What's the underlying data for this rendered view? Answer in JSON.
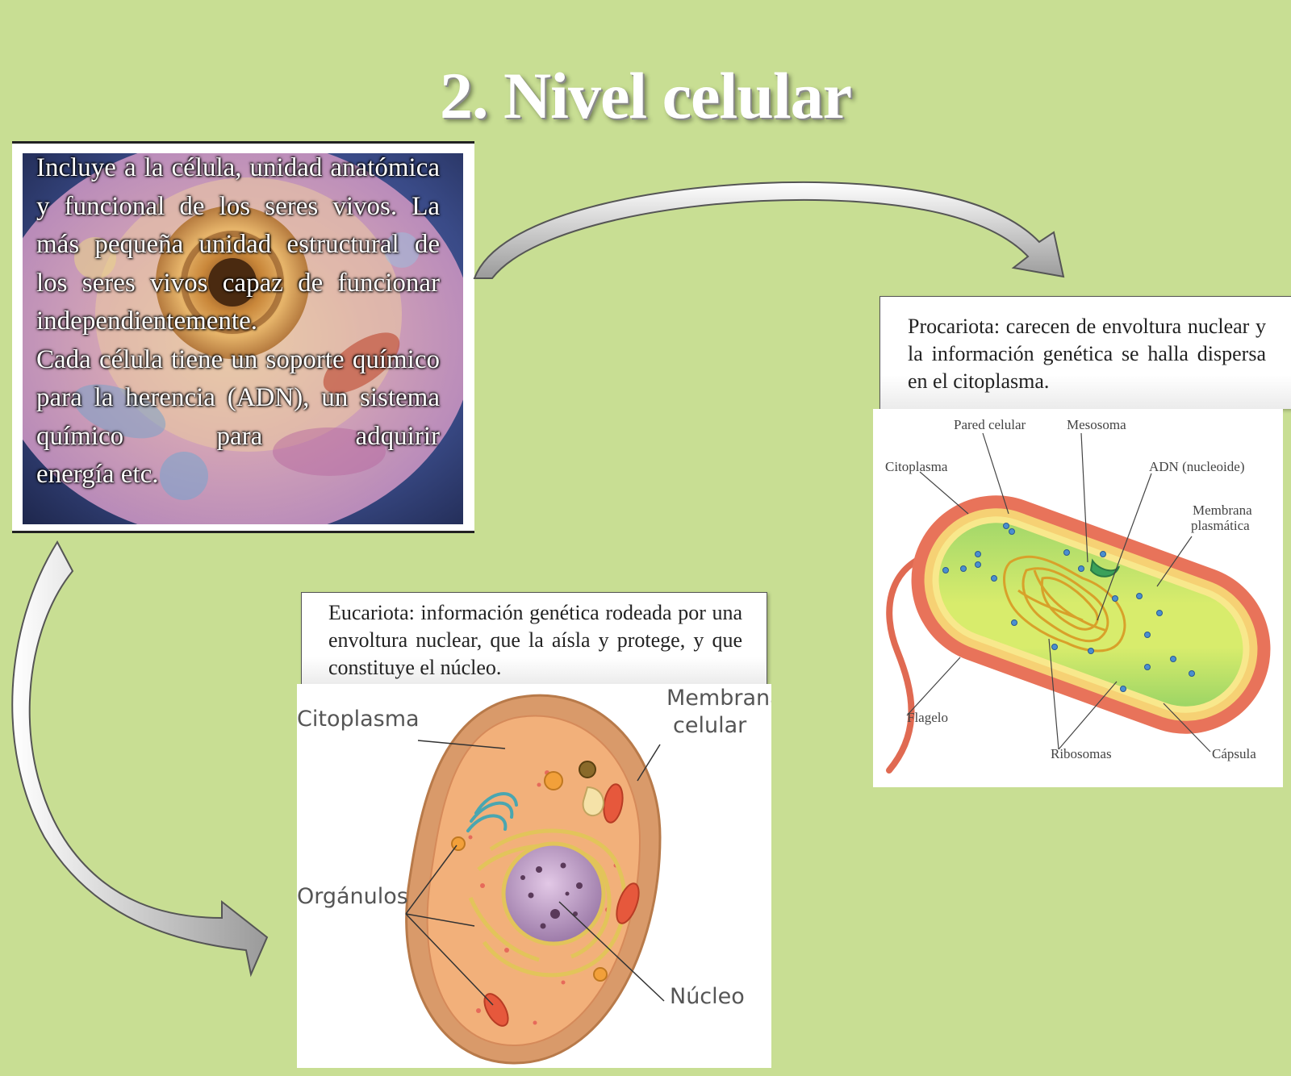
{
  "title": "2. Nivel celular",
  "intro": {
    "paragraph1": "Incluye a la célula, unidad anatómica y funcional de los seres vivos. La más pequeña unidad estructural de los seres vivos capaz de funcionar",
    "paragraph1_last": "independientemente.",
    "paragraph2": "Cada célula tiene un soporte químico para la herencia (ADN), un sistema químico para adquirir",
    "paragraph2_last": "energía etc."
  },
  "procariota": {
    "text": "Procariota: carecen de envoltura nuclear y la información genética se halla dispersa en el citoplasma.",
    "labels": {
      "pared": "Pared celular",
      "mesosoma": "Mesosoma",
      "citoplasma": "Citoplasma",
      "adn": "ADN (nucleoide)",
      "membrana1": "Membrana",
      "membrana2": "plasmática",
      "flagelo": "Flagelo",
      "ribosomas": "Ribosomas",
      "capsula": "Cápsula"
    }
  },
  "eucariota": {
    "text": "Eucariota: información genética rodeada por una envoltura nuclear, que la aísla y protege, y que constituye el núcleo.",
    "labels": {
      "citoplasma": "Citoplasma",
      "membrana1": "Membrana",
      "membrana2": "celular",
      "organulos": "Orgánulos",
      "nucleo": "Núcleo"
    }
  },
  "colors": {
    "background": "#c8de93",
    "capsule": "#e8735a",
    "cytoplasm": "#d9ec6a",
    "euk_cell": "#f2b07a"
  }
}
